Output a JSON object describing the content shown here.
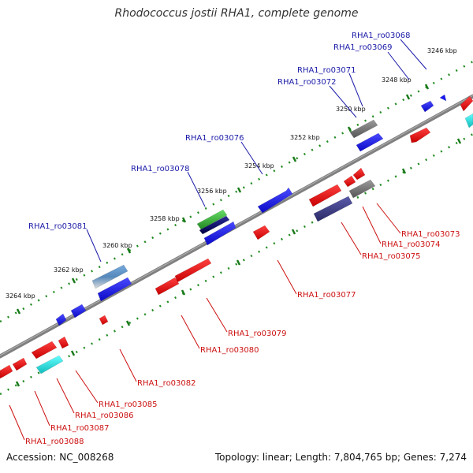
{
  "title": "Rhodococcus jostii RHA1, complete genome",
  "footer": {
    "accession": "Accession: NC_008268",
    "summary": "Topology: linear; Length: 7,804,765 bp; Genes: 7,274"
  },
  "colors": {
    "axis": "#808080",
    "tick": "#228B22",
    "label_top": "#1a1aa8",
    "label_bottom": "#cc1111",
    "gene_blue": "#1a1aee",
    "gene_red": "#ee1111",
    "gene_gray": "#777777",
    "gene_cyan": "#22dddd",
    "gene_green": "#33bb33",
    "gene_navy": "#0a0a66",
    "gene_indigo": "#3a3a88",
    "gene_steel": "#5588bb"
  },
  "ruler_labels": [
    "3246 kbp",
    "3248 kbp",
    "3250 kbp",
    "3252 kbp",
    "3254 kbp",
    "3256 kbp",
    "3258 kbp",
    "3260 kbp",
    "3262 kbp",
    "3264 kbp"
  ],
  "gene_labels_top": [
    "RHA1_ro03068",
    "RHA1_ro03069",
    "RHA1_ro03071",
    "RHA1_ro03072",
    "RHA1_ro03076",
    "RHA1_ro03078",
    "RHA1_ro03081"
  ],
  "gene_labels_bottom": [
    "RHA1_ro03073",
    "RHA1_ro03074",
    "RHA1_ro03075",
    "RHA1_ro03077",
    "RHA1_ro03079",
    "RHA1_ro03080",
    "RHA1_ro03082",
    "RHA1_ro03085",
    "RHA1_ro03086",
    "RHA1_ro03087",
    "RHA1_ro03088"
  ]
}
